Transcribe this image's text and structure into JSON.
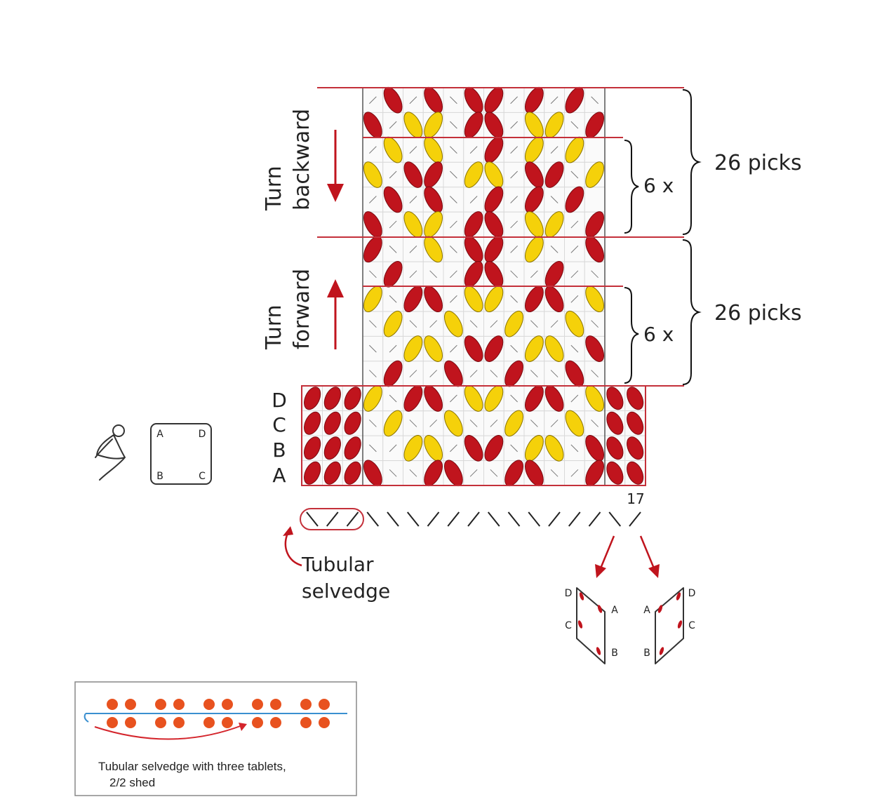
{
  "labels": {
    "turn_backward_1": "Turn",
    "turn_backward_2": "backward",
    "turn_forward_1": "Turn",
    "turn_forward_2": "forward",
    "repeat_top": "6 x",
    "repeat_bottom": "6 x",
    "picks_top": "26 picks",
    "picks_bottom": "26 picks",
    "hole_d": "D",
    "hole_c": "C",
    "hole_b": "B",
    "hole_a": "A",
    "tablet_count": "17",
    "tubular_1": "Tubular",
    "tubular_2": "selvedge"
  },
  "tablet_square": {
    "a": "A",
    "b": "B",
    "c": "C",
    "d": "D"
  },
  "tablet_s": {
    "a": "A",
    "b": "B",
    "c": "C",
    "d": "D"
  },
  "tablet_z": {
    "a": "A",
    "b": "B",
    "c": "C",
    "d": "D"
  },
  "inset": {
    "caption_1": "Tubular selvedge with three tablets,",
    "caption_2": "2/2 shed"
  },
  "colors": {
    "red": "#c0141d",
    "yellow": "#f5d10a",
    "outline": "#c4303a",
    "grid": "#d9d9d9",
    "inset_dot": "#e8521f",
    "inset_line": "#3a8fd0"
  },
  "threading": [
    "\\",
    "/",
    "/",
    "\\",
    "\\",
    "\\",
    "/",
    "/",
    "/",
    "\\",
    "\\",
    "\\",
    "/",
    "/",
    "/",
    "\\",
    "/"
  ],
  "pattern": {
    "cols": 12,
    "rows": [
      "/R/R\\RR/R/R\\",
      "R/YY\\RR/YY\\R",
      "/Y/Y\\/R/Y/Y",
      "Y/RR\\YY/RR\\Y",
      "/R/R\\/R/R\\R",
      "R/YY/RR/YY/R",
      "R\\/Y\\RR/Y\\/R",
      "\\R/\\/RR\\/R/\\",
      "Y\\RR/YY\\RR/Y",
      "\\Y\\/Y\\/Y\\/Y\\",
      "\\/YY/RR\\YY\\R",
      "\\R//R/\\R\\\\R\\",
      "Y\\RR/YY\\RR/Y",
      "\\Y\\/Y\\/Y\\/Y\\",
      "\\/YY/RR\\YY\\R",
      "R\\\\RR/\\RR\\/R"
    ]
  }
}
